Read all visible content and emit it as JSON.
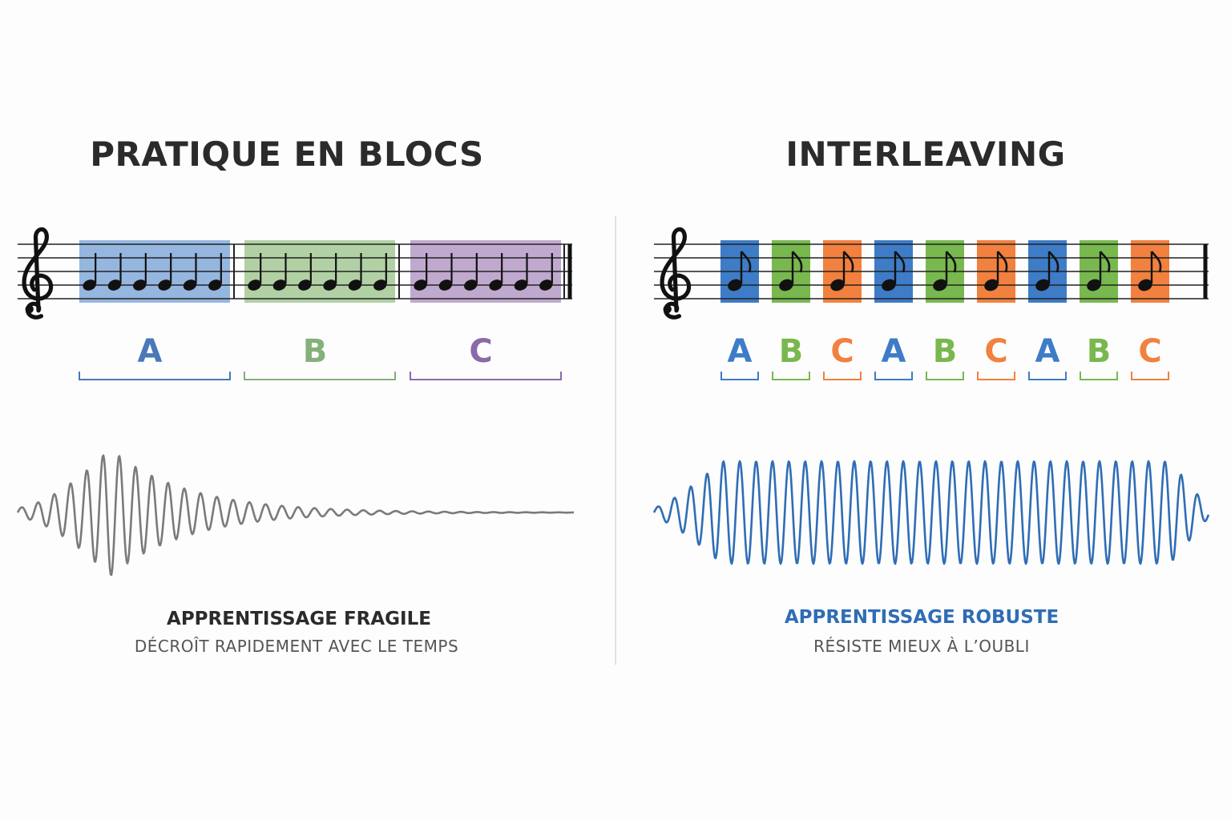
{
  "colors": {
    "blue": "#3e7cc7",
    "green": "#78b84e",
    "orange": "#f2803e",
    "block_a": "#8aaedc",
    "block_b": "#a8cc9a",
    "block_c": "#b9a0c9",
    "label_a": "#4a78b8",
    "label_b": "#86b07a",
    "label_c": "#8a6aa8",
    "wave_gray": "#7a7a7a",
    "wave_blue": "#2f6db5"
  },
  "blocked": {
    "title": "PRATIQUE EN BLOCS",
    "blocks": [
      {
        "label": "A",
        "notes": 6
      },
      {
        "label": "B",
        "notes": 6
      },
      {
        "label": "C",
        "notes": 6
      }
    ],
    "caption_title": "APPRENTISSAGE FRAGILE",
    "caption_sub": "DÉCROÎT RAPIDEMENT AVEC LE TEMPS",
    "clef_icon": "treble-clef-icon",
    "note_icon": "quarter-note-icon"
  },
  "interleaving": {
    "title": "INTERLEAVING",
    "sequence": [
      "A",
      "B",
      "C",
      "A",
      "B",
      "C",
      "A",
      "B",
      "C"
    ],
    "caption_title": "APPRENTISSAGE ROBUSTE",
    "caption_sub": "RÉSISTE MIEUX À L’OUBLI",
    "clef_icon": "treble-clef-icon",
    "note_icon": "eighth-note-icon"
  }
}
